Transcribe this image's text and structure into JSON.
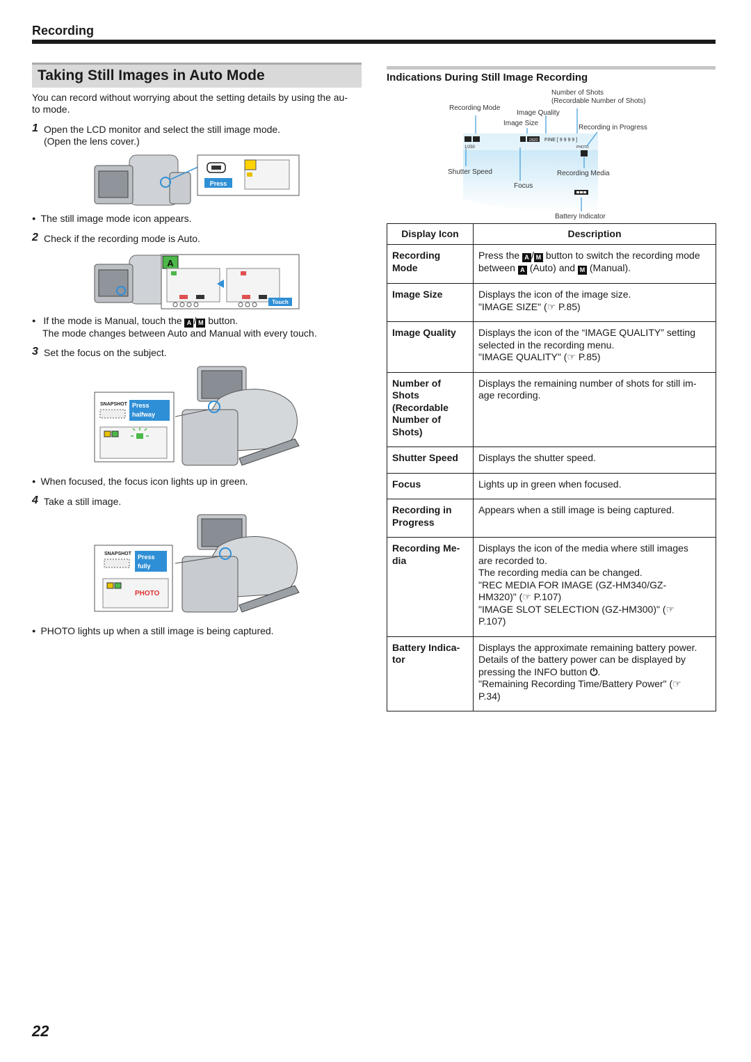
{
  "header": {
    "section": "Recording"
  },
  "title": "Taking Still Images in Auto Mode",
  "intro": [
    "You can record without worrying about the setting details by using the au-",
    "to mode."
  ],
  "steps": [
    {
      "num": "1",
      "lines": [
        "Open the LCD monitor and select the still image mode.",
        "(Open the lens cover.)"
      ]
    },
    {
      "num": "2",
      "lines": [
        "Check if the recording mode is Auto."
      ]
    },
    {
      "num": "3",
      "lines": [
        "Set the focus on the subject."
      ]
    },
    {
      "num": "4",
      "lines": [
        "Take a still image."
      ]
    }
  ],
  "notes": {
    "n1": "The still image mode icon appears.",
    "n2a_pre": "If the mode is Manual, touch the",
    "n2a_post": "button.",
    "n2b": "The mode changes between Auto and Manual with every touch.",
    "n3": "When focused, the focus icon lights up in green.",
    "n4": "PHOTO lights up when a still image is being captured."
  },
  "figure_labels": {
    "press": "Press",
    "touch": "Touch",
    "snapshot": "SNAPSHOT",
    "press_halfway": [
      "Press",
      "halfway"
    ],
    "press_fully": [
      "Press",
      "fully"
    ],
    "photo": "PHOTO"
  },
  "right": {
    "title": "Indications During Still Image Recording",
    "diagram": {
      "number_of_shots": [
        "Number of Shots",
        "(Recordable Number of Shots)"
      ],
      "recording_mode": "Recording Mode",
      "image_quality": "Image Quality",
      "image_size": "Image Size",
      "recording_in_progress": "Recording in Progress",
      "shutter_speed": "Shutter Speed",
      "recording_media": "Recording Media",
      "focus": "Focus",
      "battery_indicator": "Battery Indicator",
      "screen_shutter": "1/250",
      "screen_quality": "FINE [ 9 9 9 9 ]",
      "screen_size": "1920",
      "screen_photo": "PHOTO"
    },
    "table": {
      "headers": [
        "Display Icon",
        "Description"
      ],
      "rows": [
        {
          "icon": [
            "Recording",
            "Mode"
          ],
          "desc_a": "Press the",
          "desc_b": "button to switch the recording mode",
          "desc_c": "between",
          "desc_d": "(Auto) and",
          "desc_e": "(Manual)."
        },
        {
          "icon": [
            "Image Size"
          ],
          "desc": [
            "Displays the icon of the image size.",
            "\"IMAGE SIZE\"  (☞ P.85)"
          ]
        },
        {
          "icon": [
            "Image Quality"
          ],
          "desc": [
            "Displays the icon of the “IMAGE QUALITY” setting",
            "selected in the recording menu.",
            "\"IMAGE QUALITY\"  (☞ P.85)"
          ]
        },
        {
          "icon": [
            "Number of",
            "Shots",
            "(Recordable",
            "Number of",
            "Shots)"
          ],
          "desc": [
            "Displays the remaining number of shots for still im-",
            "age recording."
          ]
        },
        {
          "icon": [
            "Shutter Speed"
          ],
          "desc": [
            "Displays the shutter speed."
          ]
        },
        {
          "icon": [
            "Focus"
          ],
          "desc": [
            "Lights up in green when focused."
          ]
        },
        {
          "icon": [
            "Recording in",
            "Progress"
          ],
          "desc": [
            "Appears when a still image is being captured."
          ]
        },
        {
          "icon": [
            "Recording Me-",
            "dia"
          ],
          "desc": [
            "Displays the icon of the media where still images",
            "are recorded to.",
            "The recording media can be changed.",
            "\"REC MEDIA FOR IMAGE (GZ-HM340/GZ-",
            "HM320)\"  (☞ P.107)",
            "\"IMAGE SLOT SELECTION (GZ-HM300)\"  (☞",
            "P.107)"
          ]
        },
        {
          "icon": [
            "Battery Indica-",
            "tor"
          ],
          "desc": [
            "Displays the approximate remaining battery power.",
            "Details of the battery power can be displayed by",
            "pressing the INFO button",
            "\"Remaining Recording Time/Battery Power\"  (☞",
            "P.34)"
          ]
        }
      ]
    }
  },
  "page_number": "22",
  "icons": {
    "auto_letter": "A",
    "manual_letter": "M"
  }
}
